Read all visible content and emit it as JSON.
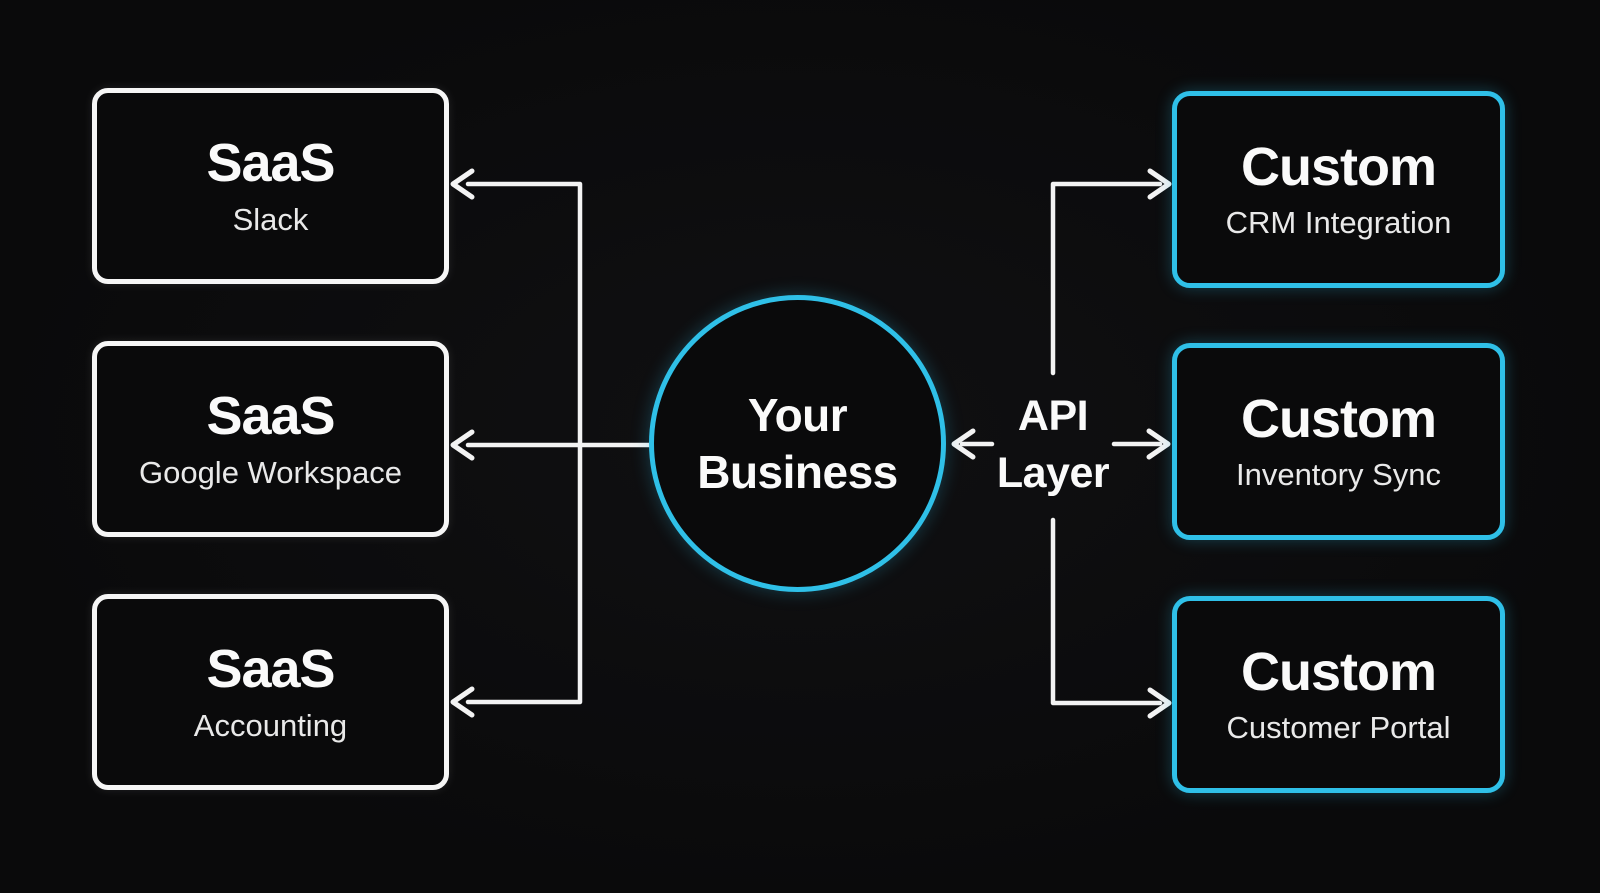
{
  "diagram_type": "integration-architecture",
  "colors": {
    "background": "#0b0b0c",
    "connector_white": "#f3f3f3",
    "saas_box_border": "#f6f6f6",
    "accent_cyan": "#2fc0e8",
    "title_text": "#fafafa",
    "subtitle_text": "#e9e9e9"
  },
  "center_node": {
    "line1": "Your",
    "line2": "Business"
  },
  "api_layer_label": {
    "line1": "API",
    "line2": "Layer"
  },
  "left_nodes": [
    {
      "title": "SaaS",
      "subtitle": "Slack"
    },
    {
      "title": "SaaS",
      "subtitle": "Google Workspace"
    },
    {
      "title": "SaaS",
      "subtitle": "Accounting"
    }
  ],
  "right_nodes": [
    {
      "title": "Custom",
      "subtitle": "CRM Integration"
    },
    {
      "title": "Custom",
      "subtitle": "Inventory Sync"
    },
    {
      "title": "Custom",
      "subtitle": "Customer Portal"
    }
  ]
}
